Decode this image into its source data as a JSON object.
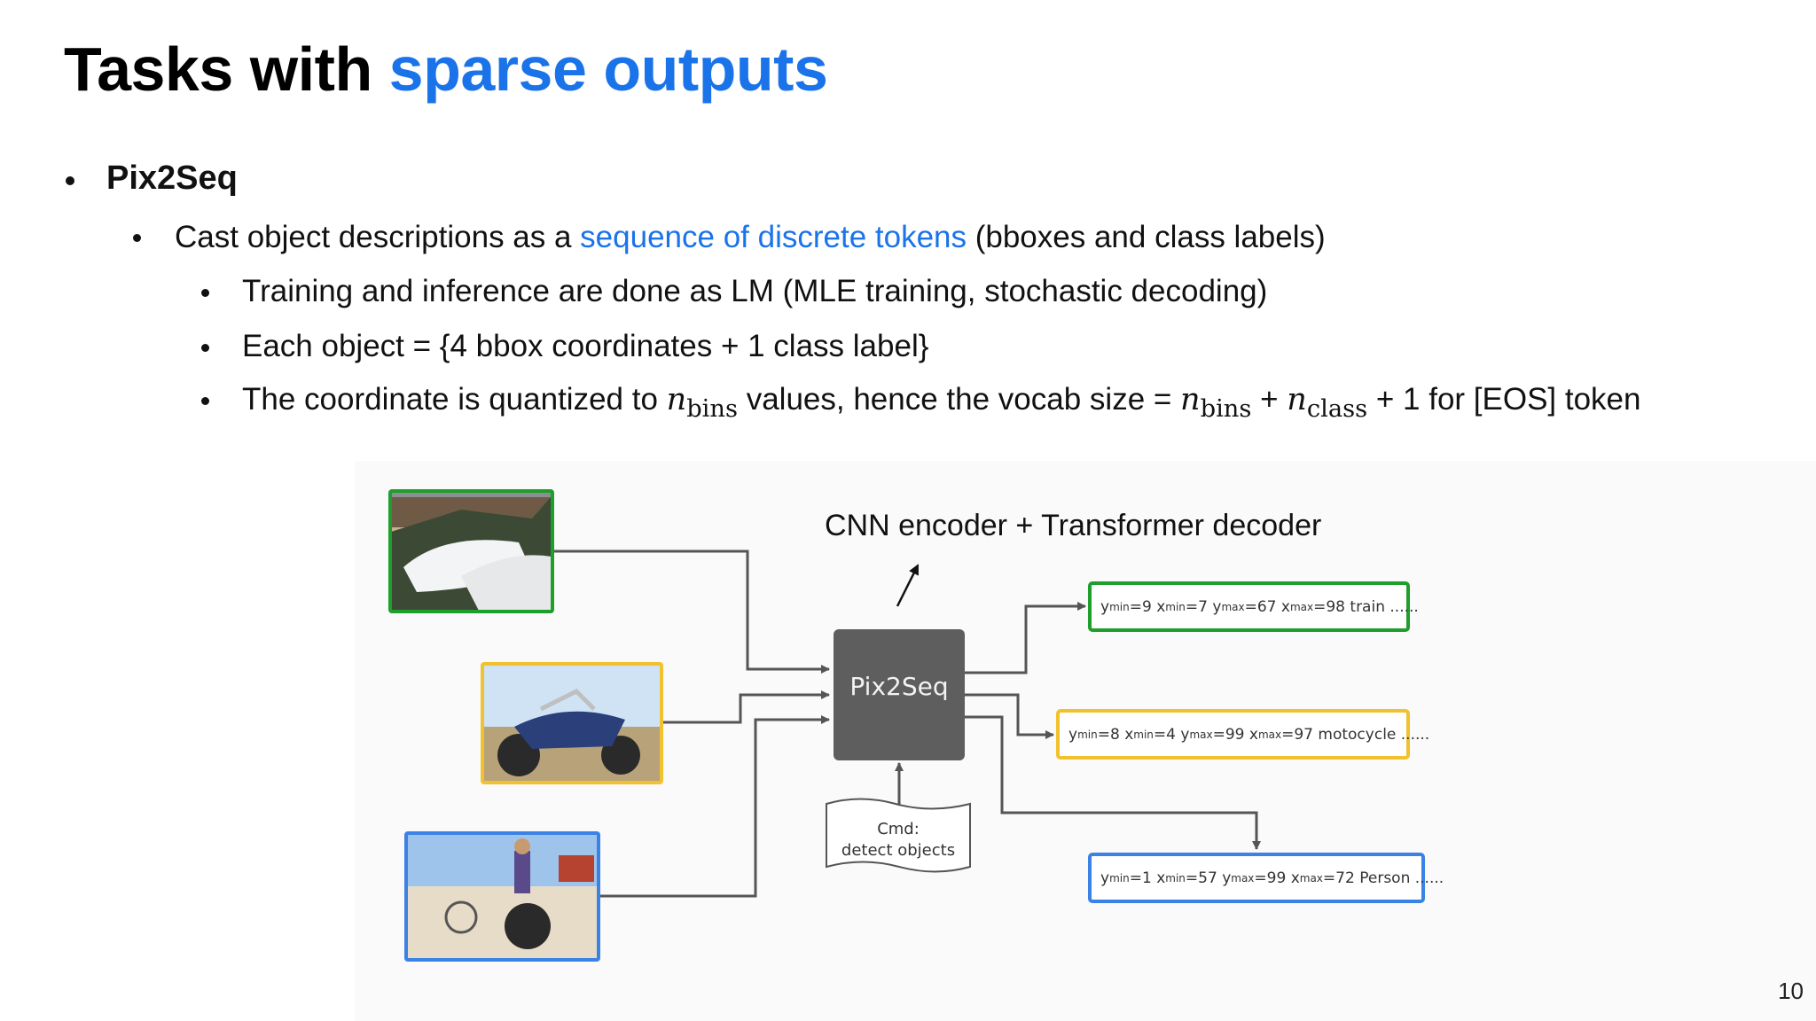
{
  "slide": {
    "title_prefix": "Tasks with ",
    "title_accent": "sparse outputs",
    "page_number": "10",
    "colors": {
      "accent": "#1a73e8",
      "green": "#1e9e2a",
      "yellow": "#f2c12e",
      "blue_box": "#3b82e6",
      "node": "#5e5e5e"
    }
  },
  "bullets": {
    "l1": "Pix2Seq",
    "l2_before": "Cast object descriptions as a ",
    "l2_accent": "sequence of discrete tokens",
    "l2_after": " (bboxes and class labels)",
    "l3a": "Training and inference are done as LM (MLE training, stochastic decoding)",
    "l3b": "Each object = {4 bbox coordinates + 1 class label}",
    "l3c_1": "The coordinate is quantized to ",
    "l3c_2": " values, hence the vocab size = ",
    "l3c_3": " + ",
    "l3c_4": " + 1 for [EOS] token",
    "math_n": "n",
    "math_bins": "bins",
    "math_class": "class"
  },
  "diagram": {
    "caption": "CNN encoder + Transformer decoder",
    "model_label": "Pix2Seq",
    "cmd_line1": "Cmd:",
    "cmd_line2": "detect objects",
    "images": [
      {
        "name": "train-image",
        "border": "green"
      },
      {
        "name": "motorcycle-image",
        "border": "yellow"
      },
      {
        "name": "person-image",
        "border": "blue"
      }
    ],
    "outputs": [
      {
        "ymin": "9",
        "xmin": "7",
        "ymax": "67",
        "xmax": "98",
        "label": "train ......"
      },
      {
        "ymin": "8",
        "xmin": "4",
        "ymax": "99",
        "xmax": "97",
        "label": "motocycle ......"
      },
      {
        "ymin": "1",
        "xmin": "57",
        "ymax": "99",
        "xmax": "72",
        "label": "Person ......"
      }
    ],
    "token_y": "y",
    "token_x": "x",
    "sub_min": "min",
    "sub_max": "max",
    "eq": "="
  }
}
